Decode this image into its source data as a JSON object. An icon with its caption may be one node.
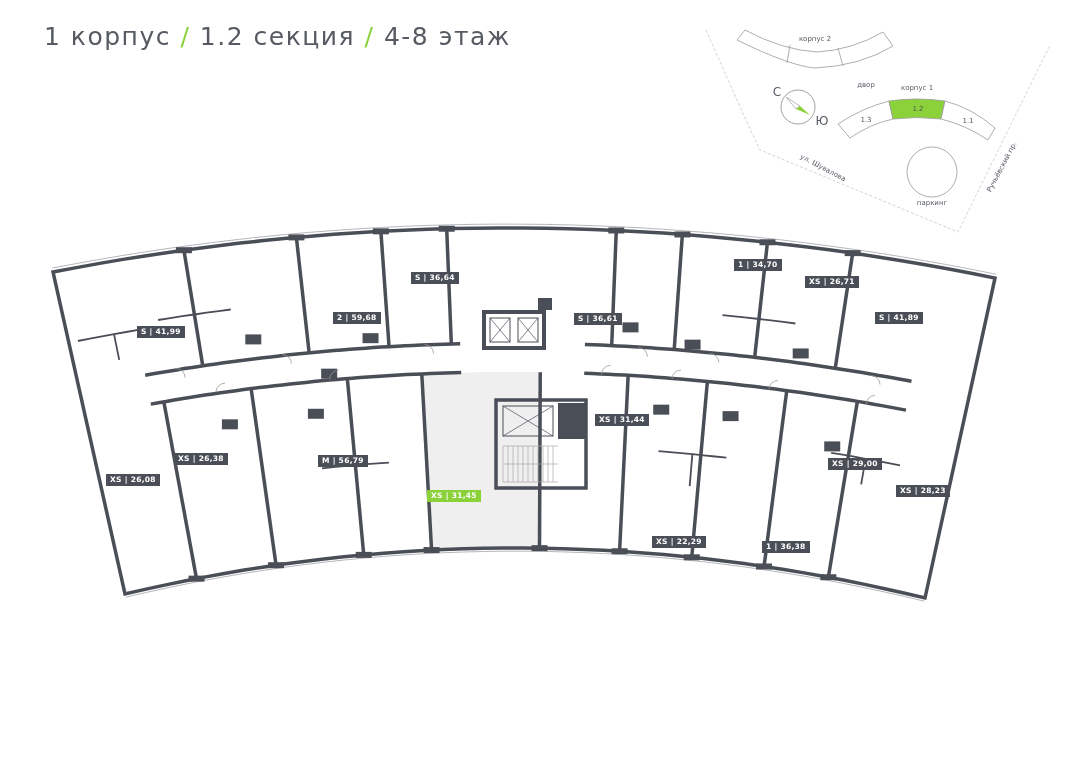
{
  "diagram": {
    "title": "1 корпус / 1.2 секция / 4-8 этаж",
    "nodes": [
      {
        "text": [
          "корпус 2"
        ]
      },
      {
        "text": [
          "1.3"
        ]
      },
      {
        "text": [
          "1.2"
        ]
      },
      {
        "text": [
          "1.1"
        ]
      },
      {
        "text": [],
        "shape": "circle",
        "beside": [
          "паркинг"
        ]
      }
    ],
    "labels": [
      "С",
      "двор",
      "корпус 1",
      "Ю",
      "ул. Шувалова",
      "Ручьёвский пр.",
      "1 | 34,70",
      "XS | 26,71",
      "S | 36,64",
      "2 | 59,68",
      "S | 41,99",
      "S | 36,61",
      "S | 41,89",
      "XS | 31,44",
      "XS | 26,38",
      "M | 56,79",
      "XS | 29,00",
      "XS | 26,08",
      "XS | 28,23",
      "XS | 31,45",
      "XS | 22,29",
      "1 | 36,38"
    ]
  }
}
